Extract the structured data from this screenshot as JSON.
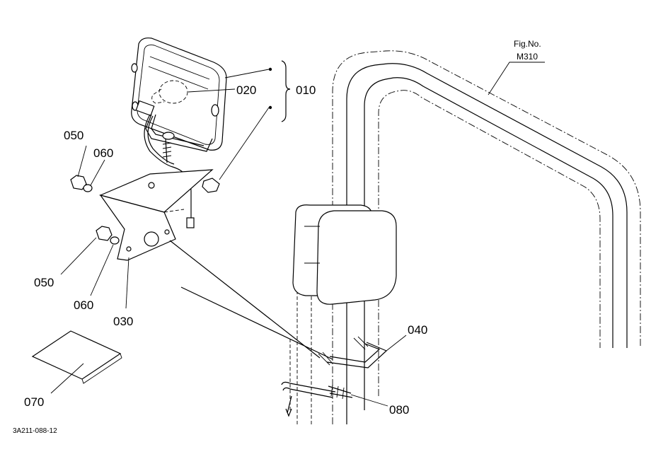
{
  "figure": {
    "fig_label": "Fig.No.",
    "fig_number": "M310",
    "drawing_code": "3A211-088-12"
  },
  "parts": {
    "p010": "010",
    "p020": "020",
    "p030": "030",
    "p040": "040",
    "p050_upper": "050",
    "p060_upper": "060",
    "p050_lower": "050",
    "p060_lower": "060",
    "p070": "070",
    "p080": "080"
  }
}
